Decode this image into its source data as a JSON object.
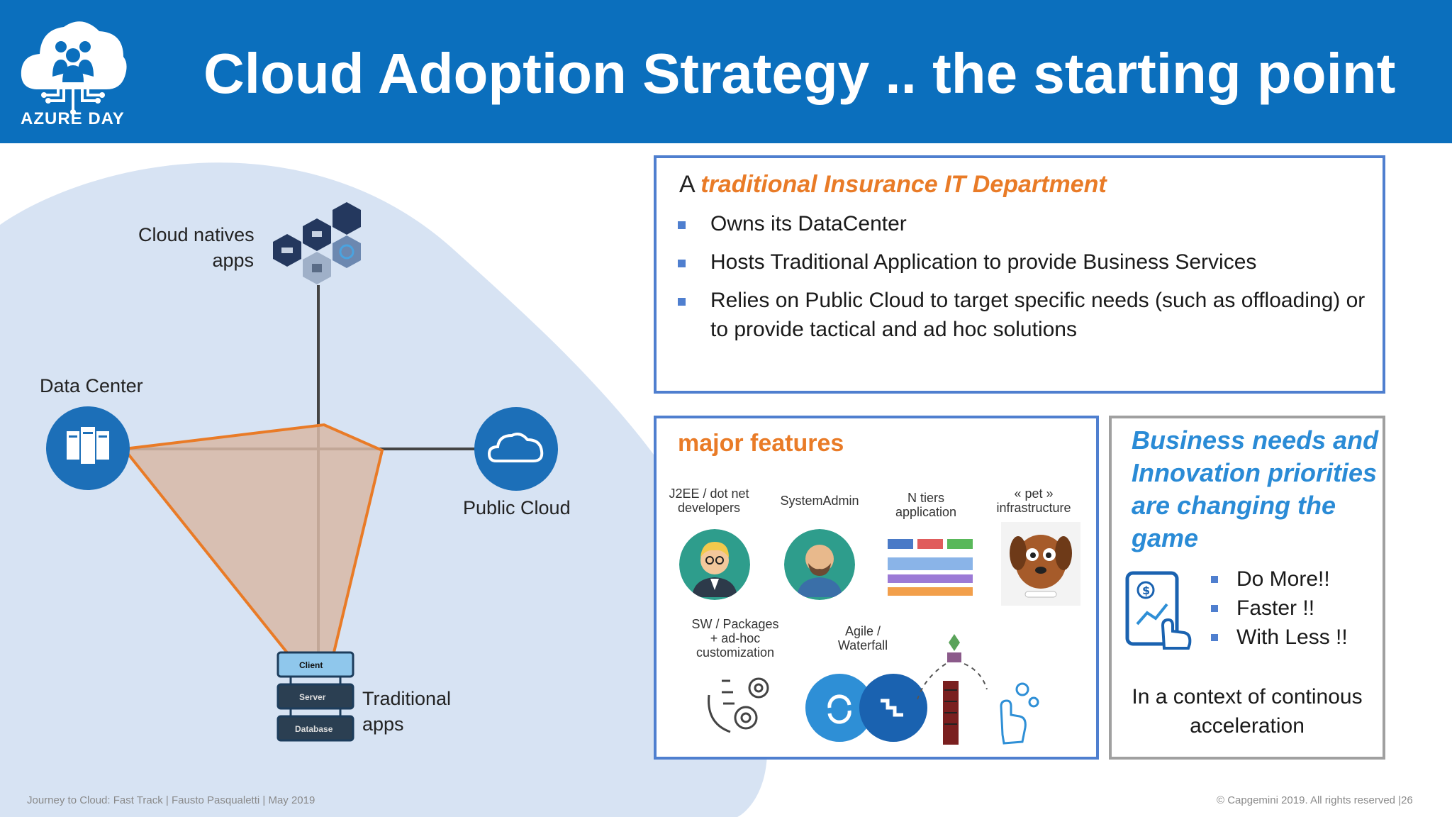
{
  "header": {
    "title": "Cloud Adoption Strategy .. the starting point",
    "logo_text": "AZURE DAY"
  },
  "radar": {
    "cloud_natives": [
      "Cloud natives",
      "apps"
    ],
    "data_center": "Data Center",
    "public_cloud": "Public Cloud",
    "traditional": [
      "Traditional",
      "apps"
    ],
    "stack_layers": [
      "Client",
      "Server",
      "Database"
    ]
  },
  "top_box": {
    "prefix": "A ",
    "highlight": "traditional Insurance IT Department",
    "bullets": [
      "Owns its DataCenter",
      "Hosts Traditional Application to provide Business Services",
      "Relies on Public Cloud to target specific needs (such as offloading) or to provide tactical and ad hoc solutions"
    ]
  },
  "features": {
    "title": "major features",
    "items": [
      [
        "J2EE / dot net",
        "developers"
      ],
      [
        "SystemAdmin"
      ],
      [
        "N tiers",
        "application"
      ],
      [
        "« pet »",
        "infrastructure"
      ],
      [
        "SW / Packages",
        "+ ad-hoc",
        "customization"
      ],
      [
        "Agile /",
        "Waterfall"
      ]
    ]
  },
  "business": {
    "title": "Business needs and Innovation priorities are changing the game",
    "bullets": [
      "Do More!!",
      "Faster !!",
      "With Less !!"
    ],
    "footer": "In a context of continous acceleration"
  },
  "footer": {
    "left": "Journey to Cloud: Fast Track | Fausto Pasqualetti | May 2019",
    "right": "© Capgemini 2019. All rights reserved  |26"
  },
  "colors": {
    "header_blue": "#0b6fbd",
    "box_border": "#4f7fcf",
    "orange": "#e97b27",
    "light_blue_bg": "#d7e3f3",
    "biz_blue": "#2a8bd6"
  }
}
